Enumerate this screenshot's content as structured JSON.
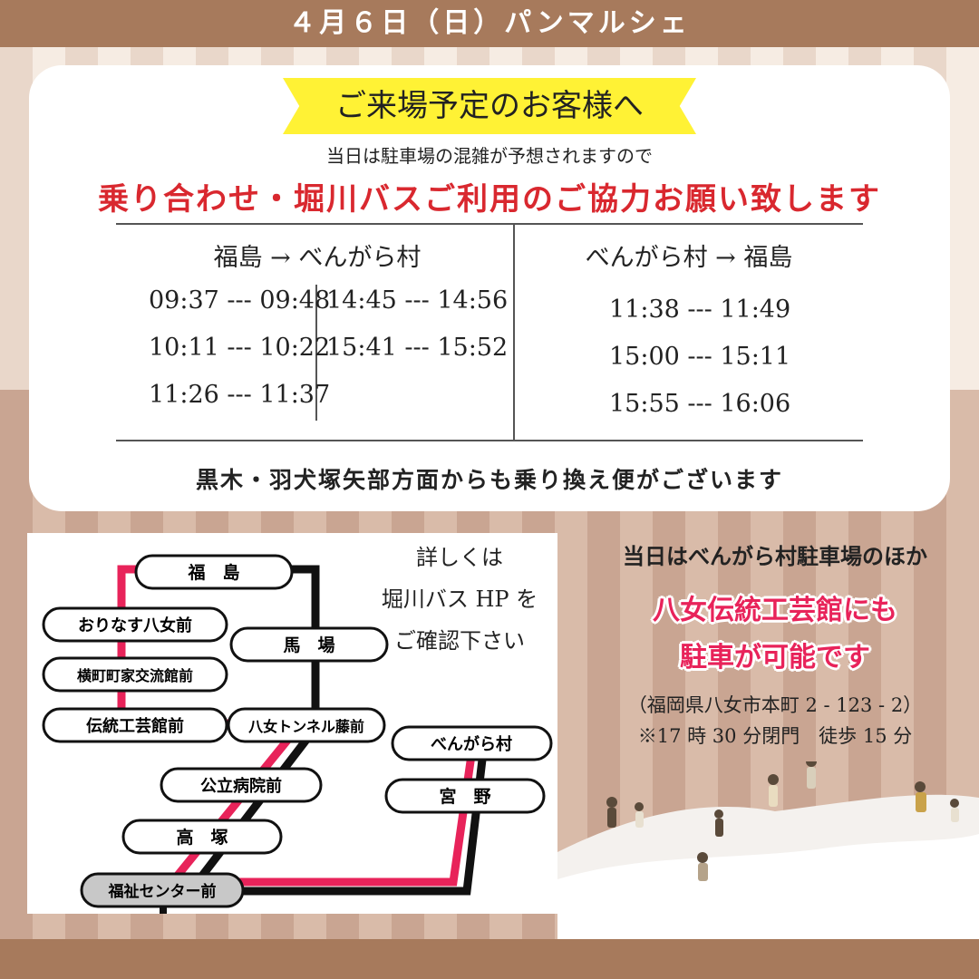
{
  "header": {
    "title": "４月６日（日）パンマルシェ"
  },
  "ribbon": {
    "label": "ご来場予定のお客様へ"
  },
  "notice": {
    "line1": "当日は駐車場の混雑が予想されますので",
    "line2": "乗り合わせ・堀川バスご利用のご協力お願い致します"
  },
  "timetable": {
    "left_title": "福島 → べんがら村",
    "left_col1": [
      "09:37 --- 09:48",
      "10:11 --- 10:22",
      "11:26 --- 11:37"
    ],
    "left_col2": [
      "14:45 --- 14:56",
      "15:41 --- 15:52"
    ],
    "right_title": "べんがら村 → 福島",
    "right_col": [
      "11:38 --- 11:49",
      "15:00 --- 15:11",
      "15:55 --- 16:06"
    ]
  },
  "transfer_note": "黒木・羽犬塚矢部方面からも乗り換え便がございます",
  "route_map": {
    "stops": {
      "fukushima": "福　島",
      "orinasu": "おりなす八女前",
      "yokomachi": "横町町家交流館前",
      "dentou": "伝統工芸館前",
      "baba": "馬　場",
      "tunnel": "八女トンネル藤前",
      "bengara": "べんがら村",
      "miyano": "宮　野",
      "kouritsu": "公立病院前",
      "takatsuka": "高　塚",
      "fukushi": "福祉センター前"
    },
    "colors": {
      "pink_line": "#e8235a",
      "black_line": "#111111"
    }
  },
  "hp_note": {
    "l1": "詳しくは",
    "l2": "堀川バス HP を",
    "l3": "ご確認下さい"
  },
  "parking": {
    "line1": "当日はべんがら村駐車場のほか",
    "red1": "八女伝統工芸館にも",
    "red2": "駐車が可能です",
    "addr": "（福岡県八女市本町 2 - 123 - 2）",
    "hours": "※17 時 30 分閉門　徒歩 15 分"
  }
}
